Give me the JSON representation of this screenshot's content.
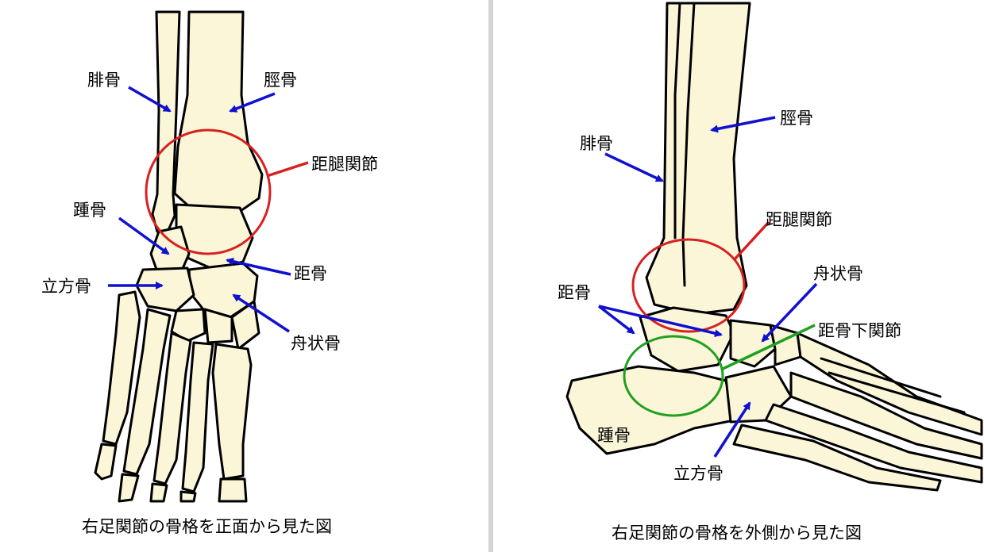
{
  "front_view": {
    "caption": "右足関節の骨格を正面から見た図",
    "labels": {
      "fibula": "腓骨",
      "tibia": "脛骨",
      "talocrural_joint": "距腿関節",
      "calcaneus": "踵骨",
      "talus": "距骨",
      "cuboid": "立方骨",
      "navicular": "舟状骨"
    }
  },
  "side_view": {
    "caption": "右足関節の骨格を外側から見た図",
    "labels": {
      "tibia": "脛骨",
      "fibula": "腓骨",
      "talocrural_joint": "距腿関節",
      "navicular": "舟状骨",
      "talus": "距骨",
      "subtalar_joint": "距骨下関節",
      "calcaneus": "踵骨",
      "cuboid": "立方骨"
    }
  },
  "colors": {
    "arrow": "#1010d0",
    "talocrural_circle": "#d82020",
    "subtalar_circle": "#20a020",
    "bone_fill": "#fbf6d8"
  }
}
